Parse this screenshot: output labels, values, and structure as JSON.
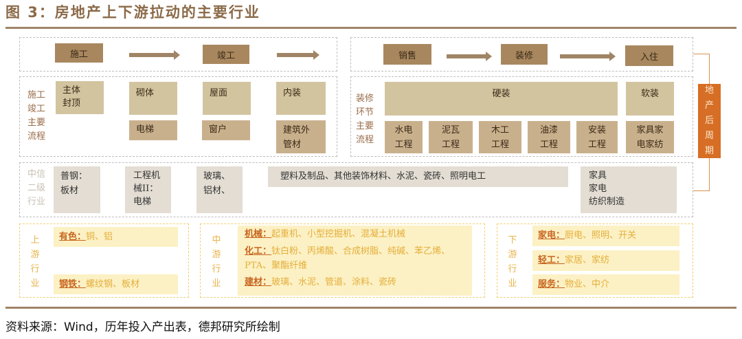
{
  "title": "图 3：房地产上下游拉动的主要行业",
  "construction_flow": {
    "steps": [
      "施工",
      "竣工"
    ]
  },
  "sales_flow": {
    "steps": [
      "销售",
      "装修",
      "入住"
    ]
  },
  "construction_process": {
    "label": "施工竣工主要流程",
    "label_lines": [
      "施工",
      "竣工",
      "主要",
      "流程"
    ],
    "items": {
      "main_structure": [
        "主体",
        "封顶"
      ],
      "masonry": "砌体",
      "roof": "屋面",
      "interior": "内装",
      "elevator": "电梯",
      "window": "窗户",
      "exterior_pipe": [
        "建筑外",
        "管材"
      ]
    }
  },
  "decoration_process": {
    "label_lines": [
      "装修",
      "环节",
      "主要",
      "流程"
    ],
    "hard_decoration": "硬装",
    "soft_decoration": "软装",
    "items": [
      [
        "水电",
        "工程"
      ],
      [
        "泥瓦",
        "工程"
      ],
      [
        "木工",
        "工程"
      ],
      [
        "油漆",
        "工程"
      ],
      [
        "安装",
        "工程"
      ],
      [
        "家具家",
        "电家纺"
      ]
    ]
  },
  "post_cycle_label": [
    "地",
    "产",
    "后",
    "周",
    "期"
  ],
  "citic_industries": {
    "label_lines": [
      "中信",
      "二级",
      "行业"
    ],
    "items": [
      [
        "普钢：",
        "板材"
      ],
      [
        "工程机",
        "械II：",
        "电梯"
      ],
      [
        "玻璃、",
        "铝材、"
      ],
      [
        "塑料及制品、其他装饰材料、水泥、瓷砖、照明电工"
      ],
      [
        "家具",
        "家电",
        "纺织制造"
      ]
    ]
  },
  "upstream": {
    "label_lines": [
      "上",
      "游",
      "行",
      "业"
    ],
    "rows": [
      {
        "key": "有色：",
        "value": "铜、铝"
      },
      {
        "key": "钢铁：",
        "value": "螺纹钢、板材"
      }
    ]
  },
  "midstream": {
    "label_lines": [
      "中",
      "游",
      "行",
      "业"
    ],
    "rows": [
      {
        "key": "机械：",
        "value": "起重机、小型挖掘机、混凝土机械"
      },
      {
        "key": "化工：",
        "value": "钛白粉、丙烯酸、合成树脂、纯碱、苯乙烯、PTA、聚酯纤维"
      },
      {
        "key": "建材：",
        "value": "玻璃、水泥、管道、涂料、瓷砖"
      }
    ]
  },
  "downstream": {
    "label_lines": [
      "下",
      "游",
      "行",
      "业"
    ],
    "rows": [
      {
        "key": "家电：",
        "value": "厨电、照明、开关"
      },
      {
        "key": "轻工：",
        "value": "家居、家纺"
      },
      {
        "key": "服务：",
        "value": "物业、中介"
      }
    ]
  },
  "source": "资料来源：Wind，历年投入产出表，德邦研究所绘制",
  "colors": {
    "title": "#8b6a48",
    "rule": "#a08466",
    "dark_box": "#a8875f",
    "light_box": "#d3c4a0",
    "gray_box": "#e3ddd3",
    "yellow_box": "#fcf1c4",
    "orange_accent": "#d66e25"
  }
}
